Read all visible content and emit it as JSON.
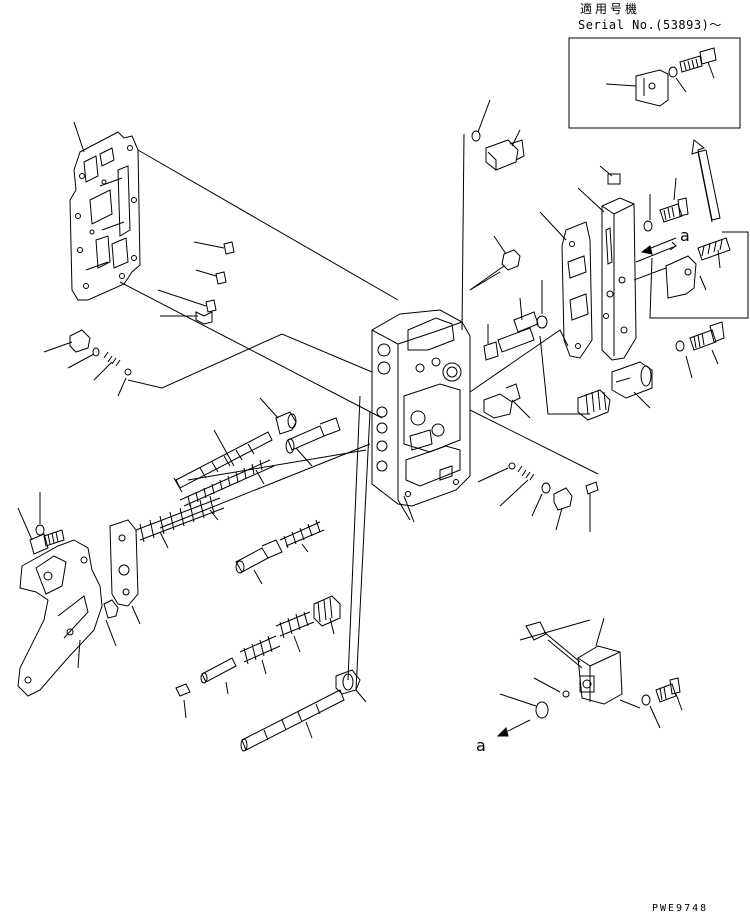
{
  "header": {
    "applicability_label": "適用号機",
    "serial_text": "Serial No.(53893)～"
  },
  "callout_a_top": "a",
  "callout_a_bottom": "a",
  "document_id": "PWE9748"
}
